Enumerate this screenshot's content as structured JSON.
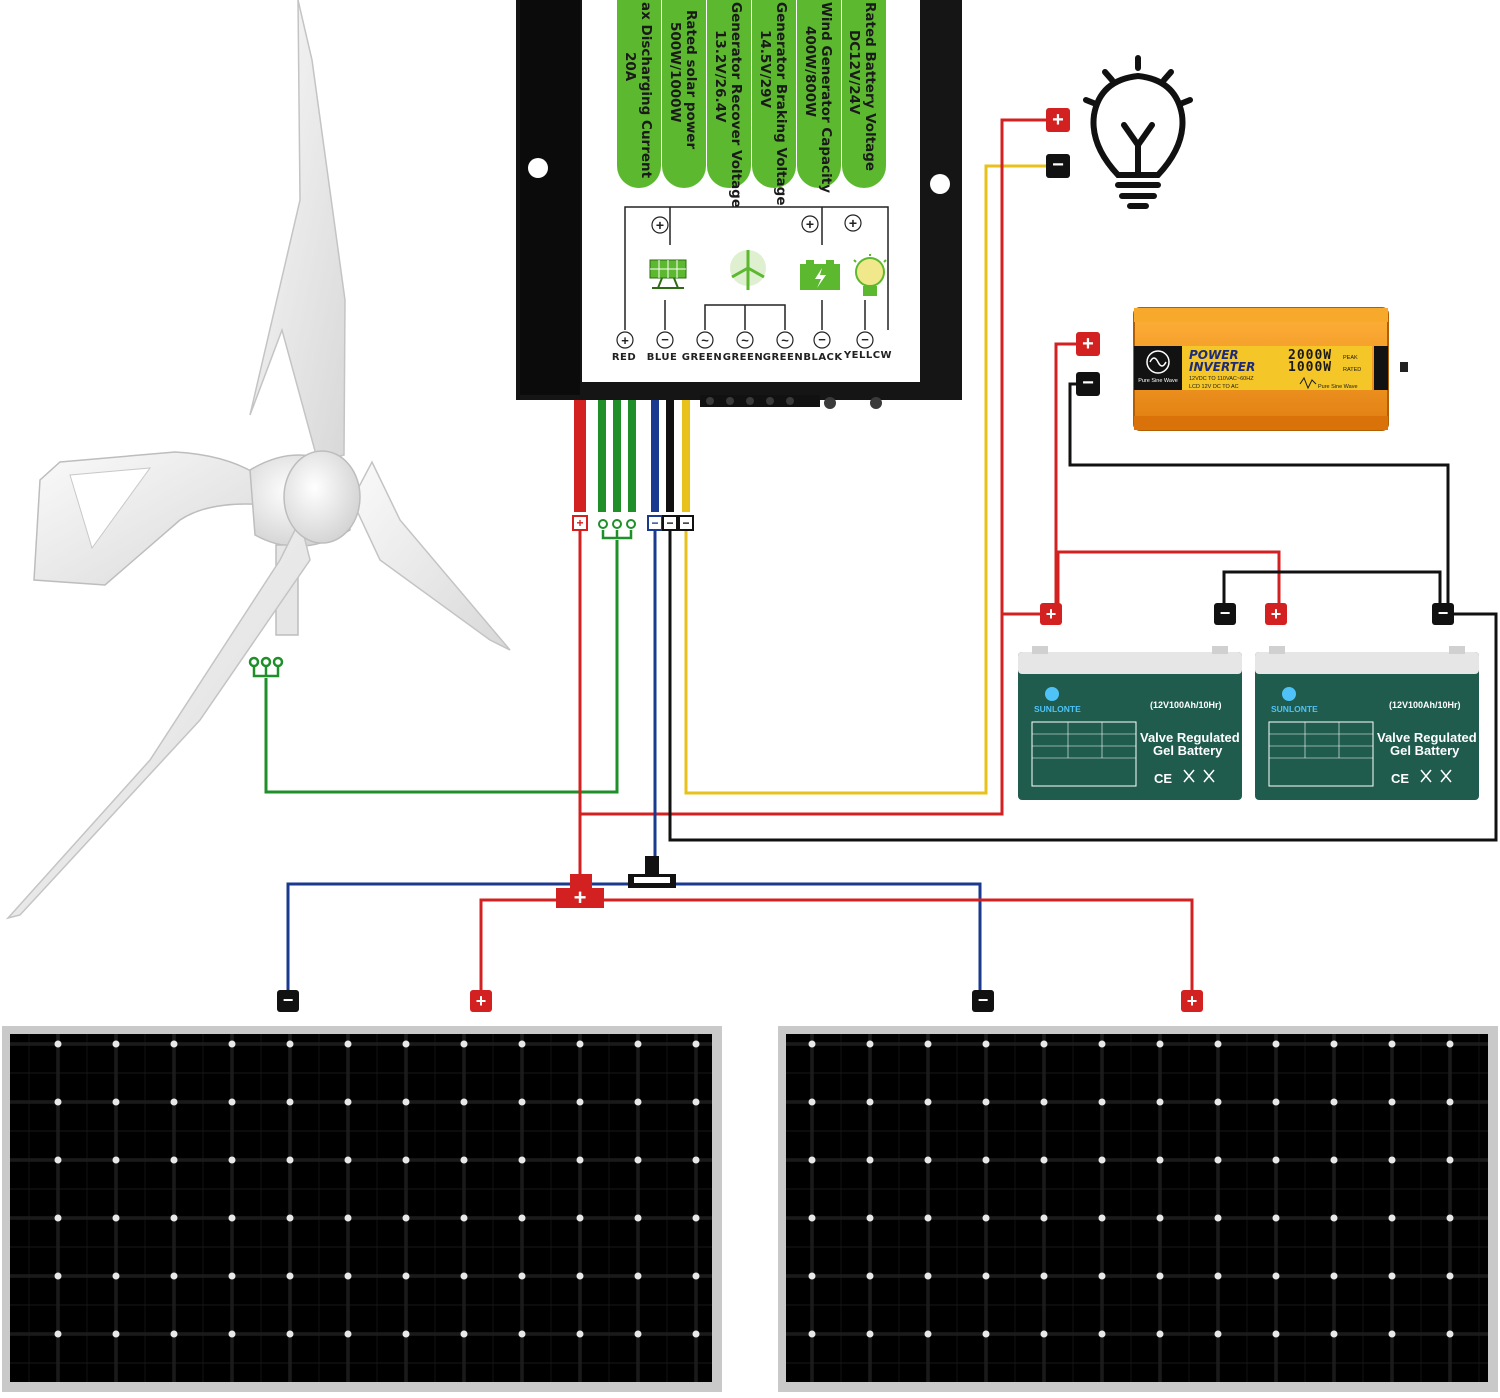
{
  "controller": {
    "specs": [
      {
        "label": "Rated Battery Voltage",
        "value": "DC12V/24V"
      },
      {
        "label": "Wind Generator Capacity",
        "value": "400W/800W"
      },
      {
        "label": "Generator Braking Voltage",
        "value": "14.5V/29V"
      },
      {
        "label": "Generator Recover Voltage",
        "value": "13.2V/26.4V"
      },
      {
        "label": "Rated solar power",
        "value": "500W/1000W"
      },
      {
        "label": "ax Discharging Current",
        "value": "20A"
      }
    ],
    "terminals": [
      "RED",
      "BLUE",
      "GREEN",
      "GREEN",
      "GREEN",
      "BLACK",
      "YELLCW"
    ]
  },
  "inverter": {
    "line1": "POWER",
    "line2": "INVERTER",
    "watts_peak": "2000W",
    "watts_peak_suffix": "PEAK",
    "watts_rated": "1000W",
    "watts_rated_suffix": "RATED",
    "wave_label": "Pure Sine Wave",
    "spec_line": "12VDC TO 110VAC~60HZ",
    "spec_line2": "LCD  12V DC TO AC",
    "footer": "Pure Sine Wave"
  },
  "batteries": [
    {
      "brand": "SUNLONTE",
      "capacity": "(12V100Ah/10Hr)",
      "type_line1": "Valve Regulated",
      "type_line2": "Gel Battery",
      "marks": "CE"
    },
    {
      "brand": "SUNLONTE",
      "capacity": "(12V100Ah/10Hr)",
      "type_line1": "Valve Regulated",
      "type_line2": "Gel Battery",
      "marks": "CE"
    }
  ],
  "symbols": {
    "plus": "+",
    "minus": "−",
    "ac": "~"
  },
  "colors": {
    "wire_red": "#d32020",
    "wire_blue": "#1a3a8f",
    "wire_green": "#1f8f2a",
    "wire_black": "#111111",
    "wire_yellow": "#e8c21a",
    "controller_green": "#5cb82e",
    "battery_green": "#1f5c4e",
    "inverter_orange": "#f29a1a"
  }
}
